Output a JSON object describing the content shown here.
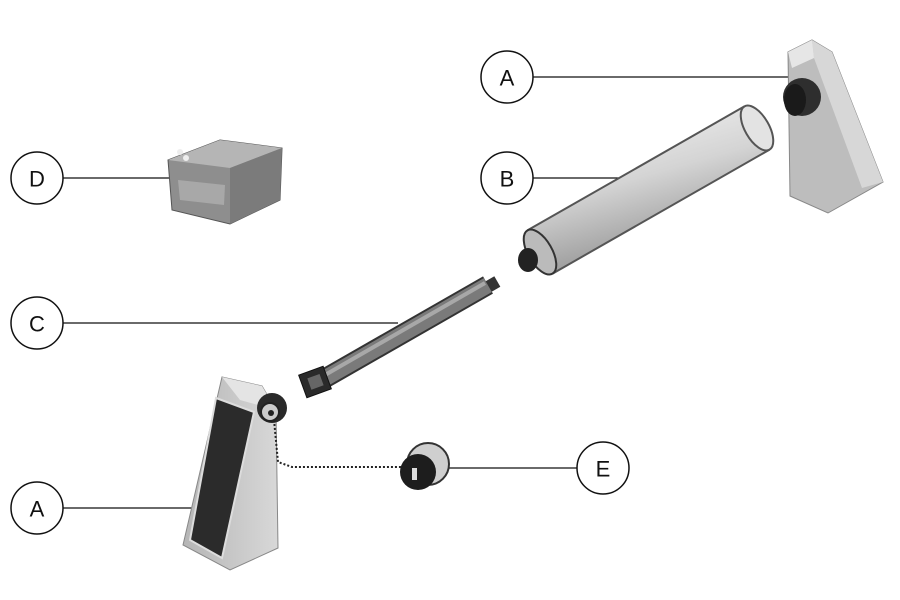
{
  "callouts": {
    "a_top": "A",
    "b": "B",
    "c": "C",
    "d": "D",
    "a_bottom": "A",
    "e": "E"
  },
  "colors": {
    "line": "#111111",
    "tube": "#d6d6d6",
    "bracket": "#c9c9c9",
    "panel": "#2b2b2b",
    "motor": "#5a5a5a"
  }
}
